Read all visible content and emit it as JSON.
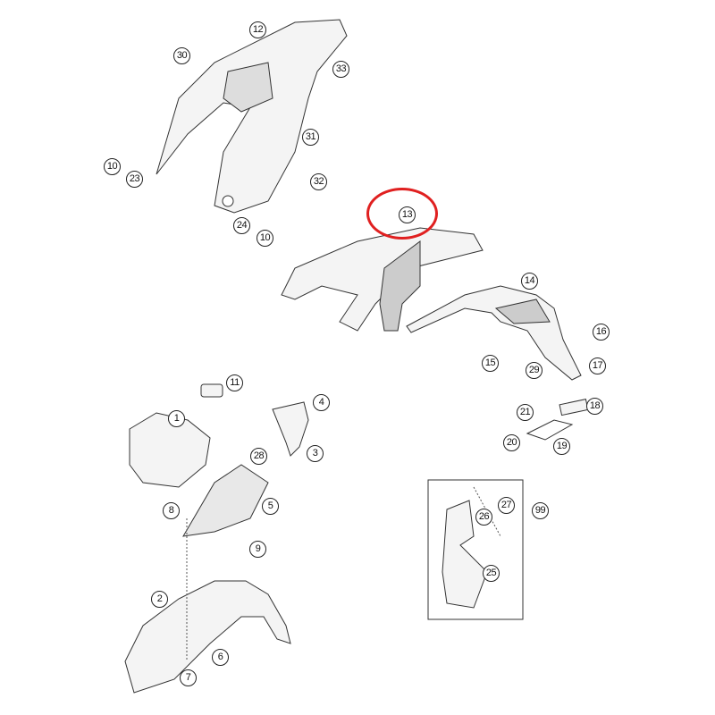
{
  "diagram": {
    "highlight_color": "#e02020",
    "highlighted_part": "13",
    "callouts": [
      "12",
      "30",
      "33",
      "10",
      "23",
      "31",
      "32",
      "24",
      "10",
      "13",
      "14",
      "15",
      "29",
      "16",
      "17",
      "18",
      "21",
      "20",
      "19",
      "11",
      "1",
      "4",
      "3",
      "28",
      "8",
      "5",
      "9",
      "2",
      "6",
      "7",
      "27",
      "99",
      "26",
      "25"
    ]
  }
}
